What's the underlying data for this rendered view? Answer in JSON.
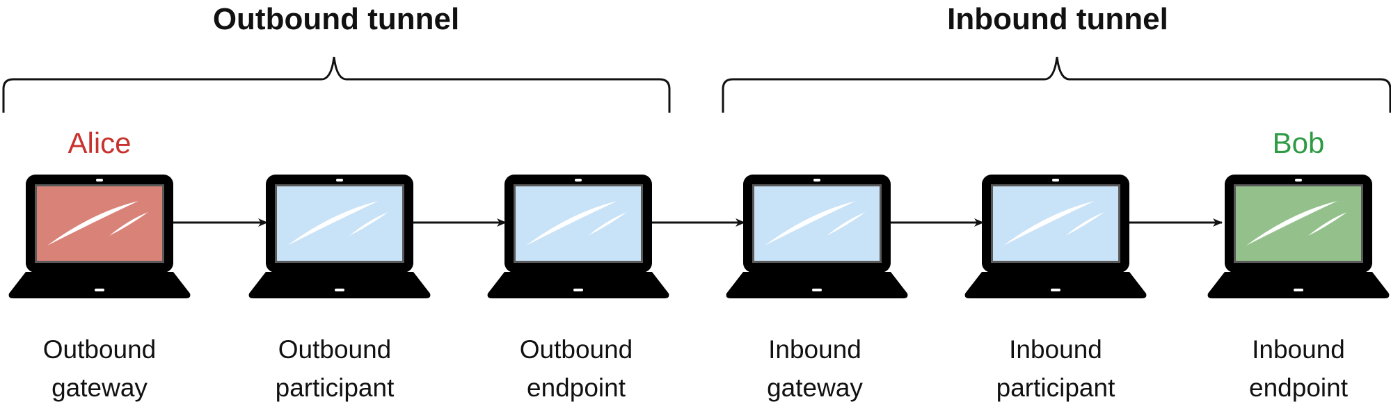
{
  "tunnels": [
    {
      "title": "Outbound tunnel"
    },
    {
      "title": "Inbound tunnel"
    }
  ],
  "people": {
    "alice": {
      "name": "Alice",
      "color": "#c8322e"
    },
    "bob": {
      "name": "Bob",
      "color": "#2e9a43"
    }
  },
  "nodes": [
    {
      "label_line1": "Outbound",
      "label_line2": "gateway",
      "screen_color": "#d98278"
    },
    {
      "label_line1": "Outbound",
      "label_line2": "participant",
      "screen_color": "#c8e2f7"
    },
    {
      "label_line1": "Outbound",
      "label_line2": "endpoint",
      "screen_color": "#c8e2f7"
    },
    {
      "label_line1": "Inbound",
      "label_line2": "gateway",
      "screen_color": "#c8e2f7"
    },
    {
      "label_line1": "Inbound",
      "label_line2": "participant",
      "screen_color": "#c8e2f7"
    },
    {
      "label_line1": "Inbound",
      "label_line2": "endpoint",
      "screen_color": "#94c18b"
    }
  ],
  "colors": {
    "laptop_body": "#000000",
    "arrow": "#111111",
    "brace": "#111111"
  }
}
